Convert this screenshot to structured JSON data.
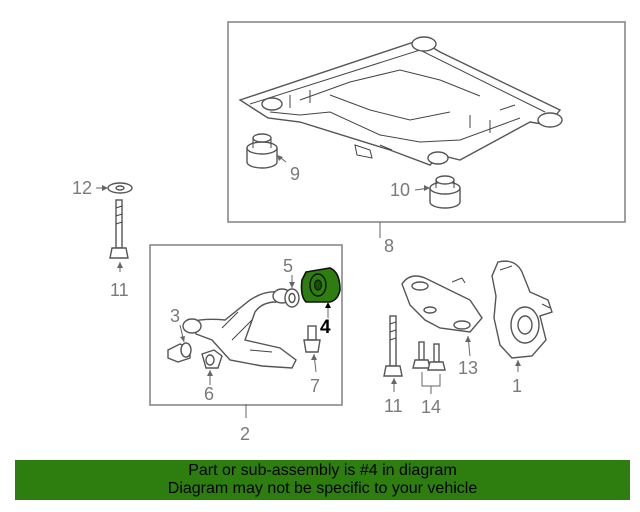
{
  "callouts": {
    "c1": "1",
    "c2": "2",
    "c3": "3",
    "c4": "4",
    "c5": "5",
    "c6": "6",
    "c7": "7",
    "c8": "8",
    "c9": "9",
    "c10": "10",
    "c11a": "11",
    "c11b": "11",
    "c12": "12",
    "c13": "13",
    "c14": "14"
  },
  "highlighted_part": "4",
  "banner": {
    "line1": "Part or sub-assembly is #4 in diagram",
    "line2": "Diagram may not be specific to your vehicle",
    "color": "#2e7d0f"
  },
  "colors": {
    "highlight": "#2e7d0f",
    "border": "#888888"
  }
}
